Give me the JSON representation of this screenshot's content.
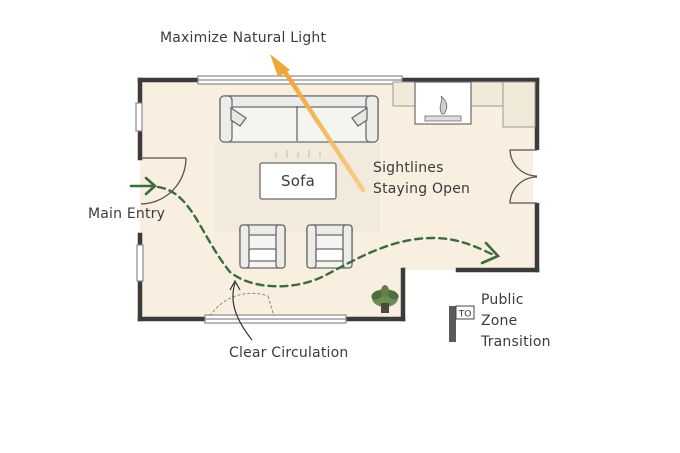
{
  "labels": {
    "natural_light": "Maximize Natural Light",
    "sightlines": "Sightlines\nStaying Open",
    "main_entry": "Main Entry",
    "sofa": "Sofa",
    "clear_circulation": "Clear Circulation",
    "public_zone": "Public\nZone\nTransition",
    "sign_text": "TO"
  },
  "colors": {
    "floor": "#f8efe0",
    "wall": "#3b3b3b",
    "circulation_path": "#3e6b3c",
    "light_arrow": "#f0a63a",
    "furniture": "#f4f4f1",
    "furniture_outline": "#6b6b6b",
    "plant": "#5a7a45",
    "text": "#3b3b3b"
  },
  "icons": [
    "sofa-icon",
    "armchair-icon",
    "fireplace-icon",
    "plant-icon",
    "door-swing-icon",
    "sign-icon"
  ]
}
